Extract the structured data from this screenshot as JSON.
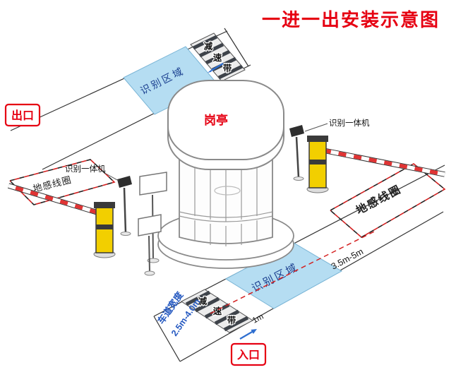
{
  "title": {
    "text": "一进一出安装示意图"
  },
  "booth": {
    "label": "岗亭"
  },
  "gates": {
    "exit": "出口",
    "entrance": "入口"
  },
  "zones": {
    "recognition_top": "识别区域",
    "recognition_bottom": "识别区域",
    "coil_left": "地感线圈",
    "coil_right": "地感线圈"
  },
  "speed_bump": {
    "chars": [
      "减",
      "速",
      "带"
    ]
  },
  "devices": {
    "recognizer": "识别一体机"
  },
  "dimensions": {
    "area_to_gate": "3.5m-5m",
    "bump_gap": "1m",
    "lane_width_label": "车道宽度",
    "lane_width_value": "2.5m-4.0m"
  },
  "colors": {
    "accent_red": "#e60012",
    "zone_blue": "#b5ddf2",
    "zone_text_blue": "#1a3f8f",
    "lane_width_blue": "#2458c0",
    "arrow_blue": "#2f6fd0",
    "post_yellow": "#f2cf00",
    "arm_red": "#e03434"
  }
}
